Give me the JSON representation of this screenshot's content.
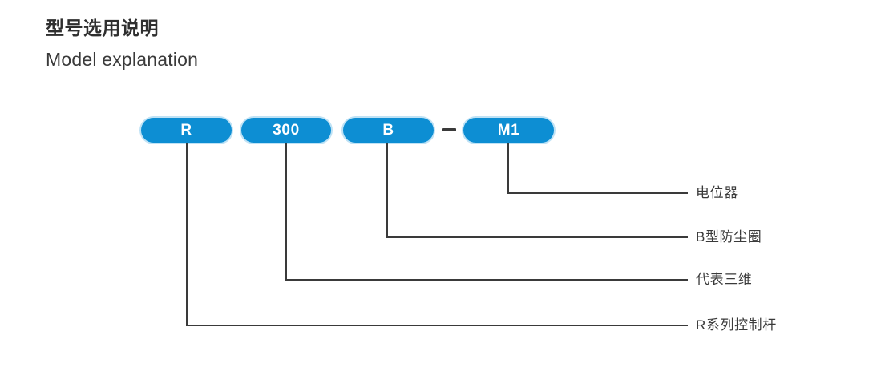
{
  "heading": {
    "cn": "型号选用说明",
    "en": "Model explanation"
  },
  "colors": {
    "pill_fill": "#0d8ed3",
    "pill_halo": "#bfe2f5",
    "pill_text": "#ffffff",
    "line": "#3a3a3a",
    "heading_text": "#2f2f2f",
    "label_text": "#3a3a3a",
    "background": "#ffffff"
  },
  "model_code": {
    "full": "R300B-M1",
    "separator": "–",
    "segments": [
      {
        "code": "R",
        "icon": "pill-segment"
      },
      {
        "code": "300",
        "icon": "pill-segment"
      },
      {
        "code": "B",
        "icon": "pill-segment"
      },
      {
        "code": "M1",
        "icon": "pill-segment"
      }
    ]
  },
  "callouts": [
    {
      "segment": "M1",
      "label": "电位器"
    },
    {
      "segment": "B",
      "label": "B型防尘圈"
    },
    {
      "segment": "300",
      "label": "代表三维"
    },
    {
      "segment": "R",
      "label": "R系列控制杆"
    }
  ]
}
